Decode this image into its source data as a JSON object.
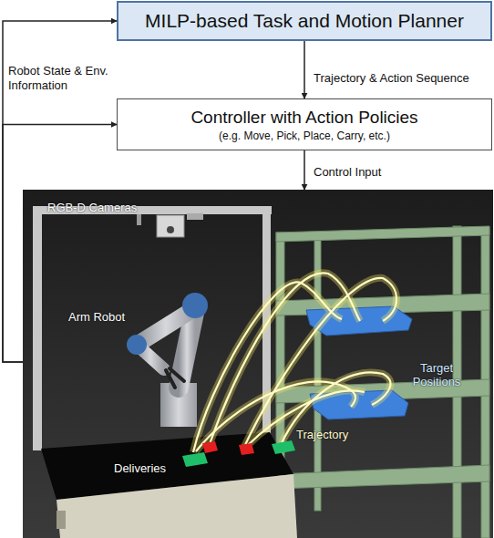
{
  "diagram": {
    "nodes": [
      {
        "text": [
          "MILP-based Task and Motion Planner"
        ]
      },
      {
        "text": [
          "Controller with Action Policies",
          "(e.g. Move, Pick, Place, Carry, etc.)"
        ]
      },
      {
        "text": [
          "RGB-D Cameras",
          "Arm Robot",
          "Target Positions",
          "Trajectory",
          "Deliveries"
        ]
      }
    ],
    "edges": [
      {
        "from": 0,
        "to": 1,
        "label": "Trajectory & Action Sequence",
        "arrow": "to"
      },
      {
        "from": 1,
        "to": 2,
        "label": "Control Input",
        "arrow": "to"
      },
      {
        "from": 2,
        "to": 0,
        "label": "Robot State & Env. Information",
        "arrow": "to"
      },
      {
        "from": 2,
        "to": 1,
        "arrow": "to"
      }
    ]
  }
}
